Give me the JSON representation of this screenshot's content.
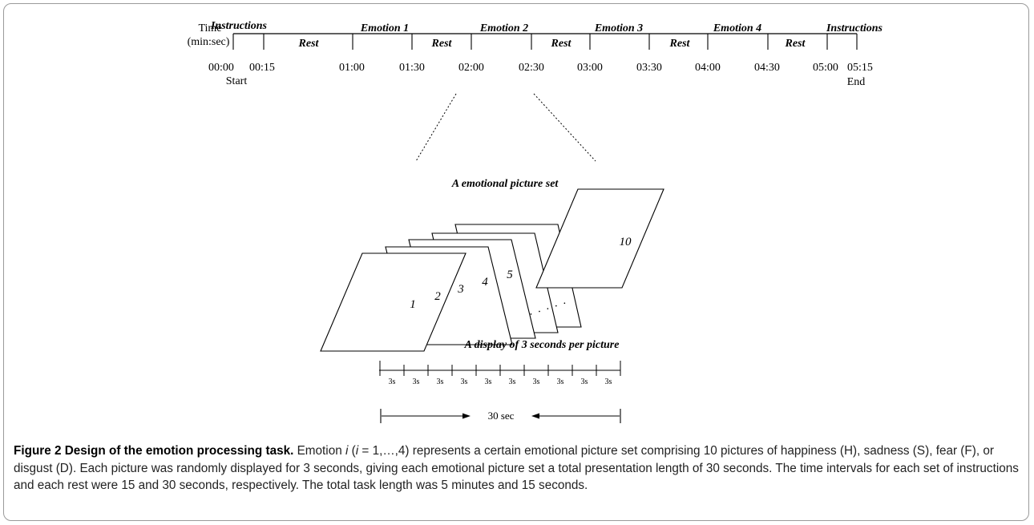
{
  "timeline": {
    "axis_label_line1": "Time",
    "axis_label_line2": "(min:sec)",
    "segments": [
      "Instructions",
      "Rest",
      "Emotion 1",
      "Rest",
      "Emotion 2",
      "Rest",
      "Emotion 3",
      "Rest",
      "Emotion 4",
      "Rest",
      "Instructions"
    ],
    "times": [
      "00:00",
      "00:15",
      "01:00",
      "01:30",
      "02:00",
      "02:30",
      "03:00",
      "03:30",
      "04:00",
      "04:30",
      "05:00",
      "05:15"
    ],
    "start_label": "Start",
    "end_label": "End"
  },
  "picture_set": {
    "title": "A  emotional picture set",
    "picture_numbers": [
      "1",
      "2",
      "3",
      "4",
      "5",
      "10"
    ],
    "ellipsis": ". . . . .",
    "display_note": "A display of 3 seconds  per picture",
    "interval_labels": [
      "3s",
      "3s",
      "3s",
      "3s",
      "3s",
      "3s",
      "3s",
      "3s",
      "3s",
      "3s"
    ],
    "total_label": "30 sec"
  },
  "caption": {
    "label": "Figure 2",
    "title": "Design of the emotion processing task.",
    "t1": "Emotion ",
    "var_i": "i",
    "t2": " (",
    "var_i2": "i",
    "t3": " = 1,…,4) represents a certain emotional picture set comprising 10 pictures of happiness (H), sadness (S), fear (F), or disgust (D). Each picture was randomly displayed for 3 seconds, giving each emotional picture set a total presentation length of 30 seconds. The time intervals for each set of instructions and each rest were 15 and 30 seconds, respectively. The total task length was 5 minutes and 15 seconds."
  }
}
